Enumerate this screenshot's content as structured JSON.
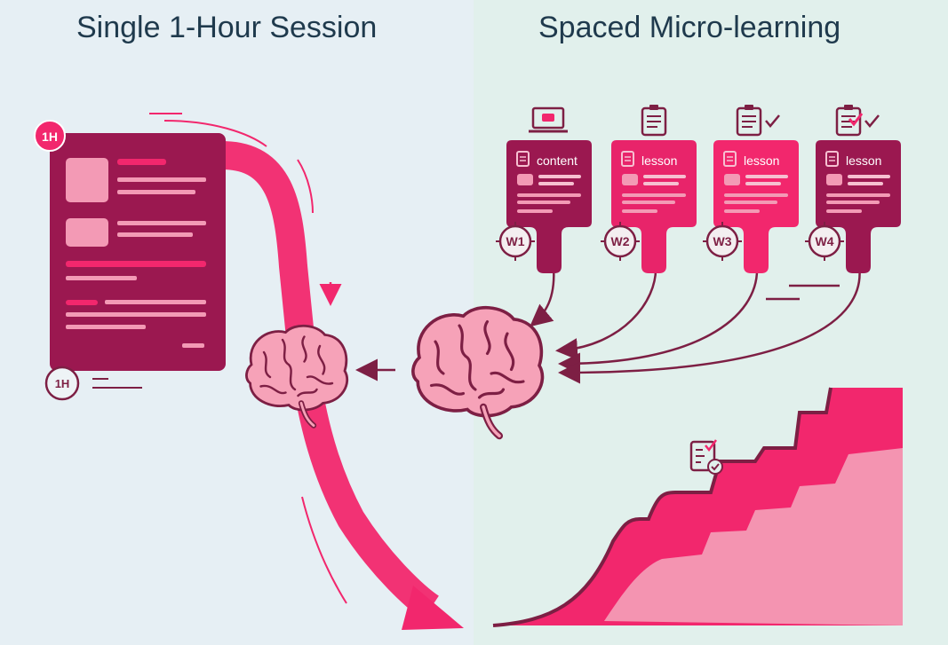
{
  "panels": {
    "left": {
      "title": "Single 1-Hour Session",
      "badge_top": "1H",
      "badge_bottom": "1H"
    },
    "right": {
      "title": "Spaced Micro-learning",
      "cards": [
        {
          "label": "content",
          "week": "W1"
        },
        {
          "label": "lesson",
          "week": "W2"
        },
        {
          "label": "lesson",
          "week": "W3"
        },
        {
          "label": "lesson",
          "week": "W4"
        }
      ]
    }
  },
  "colors": {
    "dark_magenta": "#9b1850",
    "pink": "#f2276d",
    "light_pink": "#f39ab5",
    "brain": "#f6a2b8",
    "brain_outline": "#7d1f44",
    "title_text": "#1f3a4d"
  },
  "icons": [
    "laptop-icon",
    "clipboard-icon",
    "clipboard-check-icon",
    "checklist-icon",
    "brain-icon",
    "arrow-down-icon",
    "arrow-left-icon"
  ]
}
